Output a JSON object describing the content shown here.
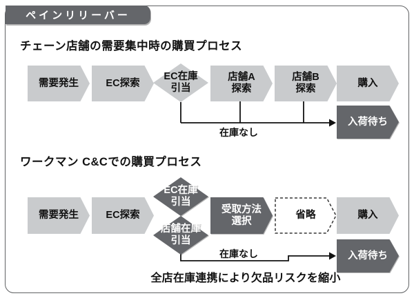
{
  "badge": {
    "label": "ペインリリーバー"
  },
  "colors": {
    "light_shape": "#c9cbcd",
    "dark_shape": "#64666a",
    "line": "#111111",
    "frame_border": "#5f6163",
    "text_dark": "#111111",
    "text_light": "#ffffff"
  },
  "section1": {
    "title": "チェーン店舗の需要集中時の購買プロセス",
    "nodes": {
      "demand": "需要発生",
      "ec_search": "EC探索",
      "ec_stock": "EC在庫\n引当",
      "store_a": "店舗A\n探索",
      "store_b": "店舗B\n探索",
      "purchase": "購入",
      "backorder": "入荷待ち"
    },
    "branch_label": "在庫なし"
  },
  "section2": {
    "title": "ワークマン C&Cでの購買プロセス",
    "nodes": {
      "demand": "需要発生",
      "ec_search": "EC探索",
      "ec_stock": "EC在庫\n引当",
      "store_stock": "店舗在庫\n引当",
      "pickup": "受取方法\n選択",
      "skip": "省略",
      "purchase": "購入",
      "backorder": "入荷待ち"
    },
    "branch_label": "在庫なし",
    "note": "全店在庫連携により欠品リスクを縮小"
  }
}
